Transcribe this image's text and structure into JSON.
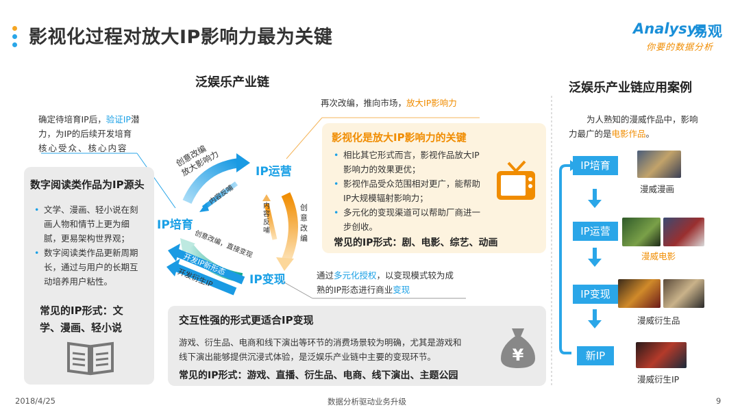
{
  "header": {
    "title": "影视化过程对放大IP影响力最为关键",
    "logo_en": "Analysys",
    "logo_cn": "易观",
    "logo_tagline": "你要的数据分析"
  },
  "chain": {
    "title": "泛娱乐产业链",
    "intro_line1_pre": "确定待培育IP后，",
    "intro_line1_hl": "验证IP",
    "intro_line1_post": "潜",
    "intro_line2": "力，为IP的后续开发培育",
    "intro_line3": "核心受众、核心内容",
    "top_note_pre": "再次改编，推向市场，",
    "top_note_hl": "放大IP影响力",
    "nodes": {
      "cultivate": "IP培育",
      "operate": "IP运营",
      "monetize": "IP变现"
    },
    "arrow_labels": {
      "creative_adapt_a": "创意改编",
      "amplify": "放大影响力",
      "feedback_a": "内容反哺",
      "creative_adapt_b": "创意改编",
      "feedback_b": "内容反哺",
      "creative_adapt_c": "创意改编，直接变现",
      "develop_form": "开发IP新形态",
      "develop_derivative": "开发衍生IP"
    },
    "bottom_note_pre": "通过",
    "bottom_note_hl": "多元化授权",
    "bottom_note_mid": "，以变现模式较为成",
    "bottom_note_line2_pre": "熟的IP形态进行商业",
    "bottom_note_line2_hl": "变现"
  },
  "left_box": {
    "title": "数字阅读类作品为IP源头",
    "bullets": [
      "文学、漫画、轻小说在刻画人物和情节上更为细腻，更易架构世界观；",
      "数字阅读类作品更新周期长，通过与用户的长期互动培养用户粘性。"
    ],
    "forms_line1": "常见的IP形式：文",
    "forms_line2": "学、漫画、轻小说",
    "icon": "book-icon"
  },
  "yellow_box": {
    "title": "影视化是放大IP影响力的关键",
    "bullets": [
      "相比其它形式而言，影视作品放大IP影响力的效果更优；",
      "影视作品受众范围相对更广，能帮助IP大规模辐射影响力；",
      "多元化的变现渠道可以帮助厂商进一步创收。"
    ],
    "forms": "常见的IP形式：剧、电影、综艺、动画",
    "icon": "tv-icon"
  },
  "gray_box": {
    "title": "交互性强的形式更适合IP变现",
    "body_line1": "游戏、衍生品、电商和线下演出等环节的消费场景较为明确，尤其是游戏和",
    "body_line2": "线下演出能够提供沉浸式体验，是泛娱乐产业链中主要的变现环节。",
    "forms": "常见的IP形式：游戏、直播、衍生品、电商、线下演出、主题公园",
    "icon": "money-bag-icon"
  },
  "case": {
    "title": "泛娱乐产业链应用案例",
    "desc_line1": "为人熟知的漫威作品中，影响",
    "desc_line2_pre": "力最广的是",
    "desc_line2_hl": "电影作品",
    "desc_line2_post": "。",
    "steps": [
      {
        "label": "IP培育",
        "caption": "漫威漫画"
      },
      {
        "label": "IP运营",
        "caption": "漫威电影"
      },
      {
        "label": "IP变现",
        "caption": "漫威衍生品"
      },
      {
        "label": "新IP",
        "caption": "漫威衍生IP"
      }
    ]
  },
  "footer": {
    "date": "2018/4/25",
    "center": "数据分析驱动业务升级",
    "page": "9"
  },
  "colors": {
    "blue": "#2aa6e8",
    "orange": "#f08c00",
    "gray_box": "#ebebeb",
    "yellow_box": "#fdf3df"
  }
}
